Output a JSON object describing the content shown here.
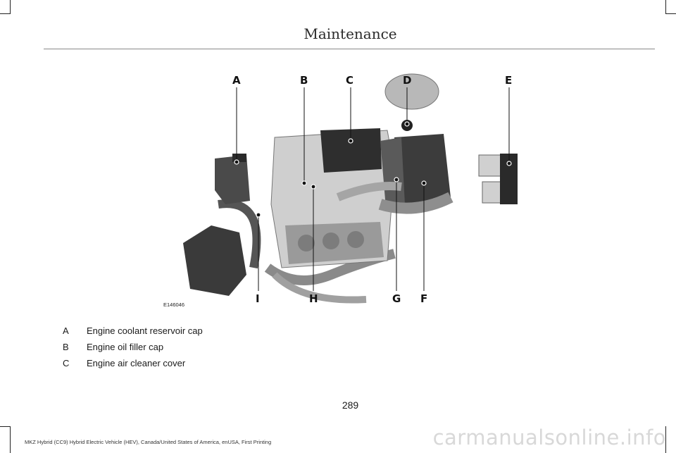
{
  "page": {
    "section_title": "Maintenance",
    "figure_code": "E146046",
    "page_number": "289",
    "footer": "MKZ Hybrid (CC9) Hybrid Electric Vehicle (HEV), Canada/United States of America, enUSA, First Printing",
    "watermark": "carmanualsonline.info"
  },
  "callouts": {
    "top": [
      "A",
      "B",
      "C",
      "D",
      "E"
    ],
    "bottom": [
      "I",
      "H",
      "G",
      "F"
    ]
  },
  "legend": [
    {
      "key": "A",
      "text": "Engine coolant reservoir cap"
    },
    {
      "key": "B",
      "text": "Engine oil filler cap"
    },
    {
      "key": "C",
      "text": "Engine air cleaner cover"
    }
  ],
  "icons": [
    "engine-illustration"
  ],
  "colors": {
    "text": "#1a1a1a",
    "rule": "#888888",
    "engine_dark": "#3a3a3a",
    "engine_light": "#cfcfcf"
  }
}
